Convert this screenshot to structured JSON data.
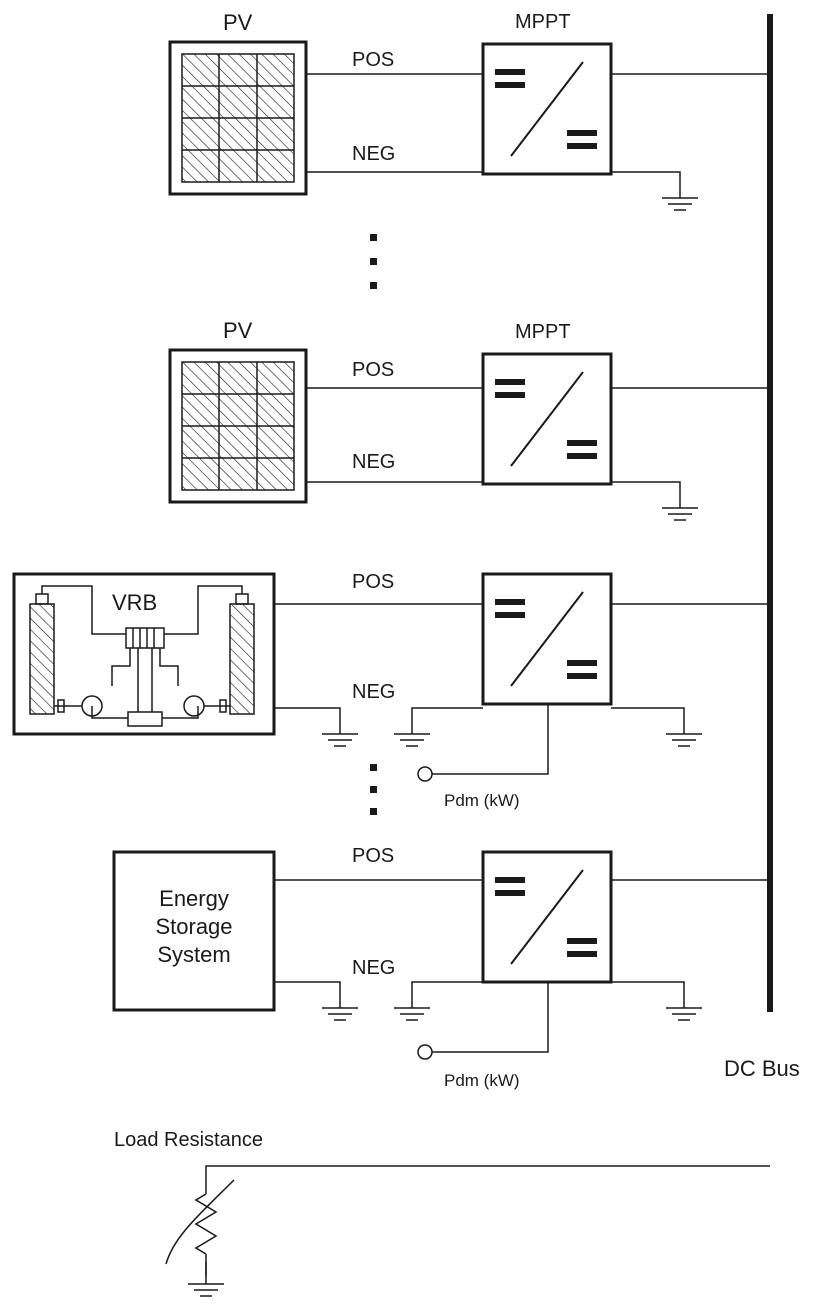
{
  "colors": {
    "ink": "#1a1a1a",
    "background": "#ffffff"
  },
  "pv1": {
    "title": "PV",
    "converter": "MPPT",
    "pos": "POS",
    "neg": "NEG"
  },
  "pv2": {
    "title": "PV",
    "converter": "MPPT",
    "pos": "POS",
    "neg": "NEG"
  },
  "vrb": {
    "title": "VRB",
    "pos": "POS",
    "neg": "NEG",
    "setpoint": "Pdm (kW)"
  },
  "ess": {
    "line1": "Energy",
    "line2": "Storage",
    "line3": "System",
    "pos": "POS",
    "neg": "NEG",
    "setpoint": "Pdm (kW)"
  },
  "load": {
    "label": "Load Resistance"
  },
  "bus": {
    "label": "DC Bus"
  }
}
